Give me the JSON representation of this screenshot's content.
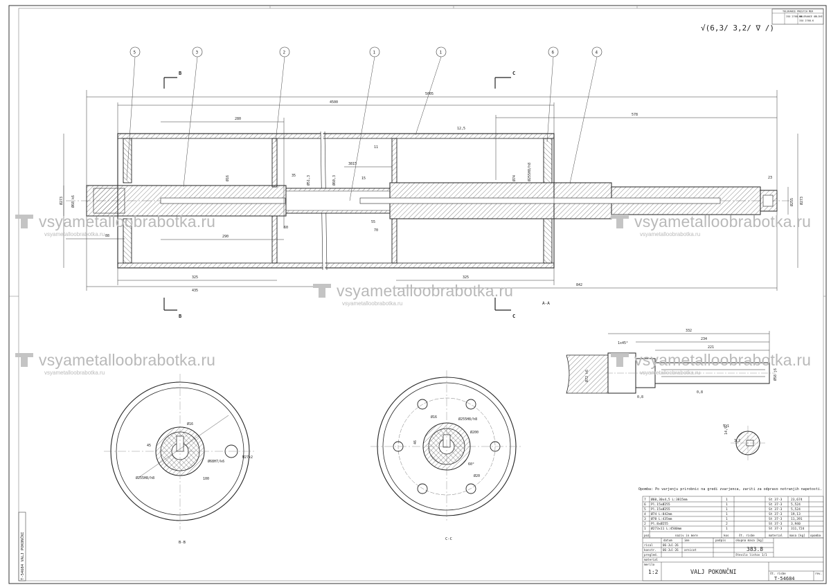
{
  "drawing": {
    "title": "VALJ POKONČNI",
    "number": "T-54684",
    "scale": "1:2",
    "total_mass": "383.8",
    "note": "Opomba: Po varjenju prirobnic na gredi zvarjenca, zariti za odpravo notranjih napetosti.",
    "date1": "06-Jul-26",
    "date2": "06-Jul-26",
    "drawn_by": "arnicot",
    "sheet": "1/1",
    "section_labels": {
      "aa": "A-A",
      "bb": "B-B",
      "cc": "C-C"
    },
    "section_marks": [
      "B",
      "C",
      "B",
      "C"
    ],
    "balloons": [
      "5",
      "3",
      "2",
      "1",
      "1",
      "6",
      "4"
    ],
    "side_code": "T-54684 VALJ POKONČNI",
    "surface_finish": "√(6,3/ 3,2/ ∇ /)"
  },
  "dimensions": {
    "overall": "5005",
    "span": "4500",
    "d280": "280",
    "d578": "578",
    "d3815": "3815",
    "d325a": "325",
    "d435": "435",
    "d325b": "325",
    "d842": "842",
    "d290": "290",
    "d88": "88",
    "d60": "60",
    "d55": "55",
    "d70": "70",
    "d35": "35",
    "d15": "15",
    "d23": "23",
    "d11": "11",
    "d12": "12,5",
    "dia273a": "Ø273",
    "dia273b": "Ø273",
    "dia255": "Ø255",
    "dia74": "Ø74",
    "dia68": "Ø68 k6",
    "dia16": "Ø16",
    "dia51": "Ø51,3",
    "dia60": "Ø60,3",
    "dia255h8": "Ø255H8/h8",
    "d332": "332",
    "d234": "234",
    "d221": "221",
    "dia72": "Ø72 k6",
    "dia58": "Ø58 j6",
    "chamfer": "1x45°",
    "r08a": "0,8",
    "r08b": "0,8",
    "d51": "5,1",
    "d32": "3,2",
    "d1492": "14,92",
    "bb_d16": "Ø16",
    "bb_d68": "Ø68H7/k6",
    "bb_d255": "Ø255H8/h8",
    "bb_45": "45",
    "bb_100": "100",
    "bb_m27": "M27x2",
    "cc_d16": "Ø16",
    "cc_d255": "Ø255H8/h8",
    "cc_d200": "Ø200",
    "cc_d20": "Ø20",
    "cc_46": "46",
    "cc_60": "60°"
  },
  "parts_list": [
    {
      "pos": "7",
      "name": "Ø60,30x4,5 L:3815mm",
      "qty": "1",
      "material": "St 37-3",
      "mass": "23,674"
    },
    {
      "pos": "6",
      "name": "Pl.15xØ255",
      "qty": "1",
      "material": "St 37-3",
      "mass": "5,524"
    },
    {
      "pos": "5",
      "name": "Pl.15xØ255",
      "qty": "1",
      "material": "St 37-3",
      "mass": "5,524"
    },
    {
      "pos": "4",
      "name": "Ø74 L:842mm",
      "qty": "1",
      "material": "St 37-3",
      "mass": "19,13"
    },
    {
      "pos": "3",
      "name": "Ø78 L:435mm",
      "qty": "1",
      "material": "St 37-3",
      "mass": "11,391"
    },
    {
      "pos": "2",
      "name": "Pl.8xØ255",
      "qty": "2",
      "material": "St 37-3",
      "mass": "3,940"
    },
    {
      "pos": "1",
      "name": "Ø273x11 L:4500mm",
      "qty": "1",
      "material": "St 37-3",
      "mass": "311,724"
    }
  ],
  "title_block": {
    "h_pos": "poz.",
    "h_name": "naziv in mere",
    "h_qty": "kos",
    "h_std": "št. risbe",
    "h_mat": "material",
    "h_mass": "masa [kg]",
    "h_note": "opomba",
    "lbl_date": "datum",
    "lbl_name": "ime",
    "lbl_sign": "podpis",
    "lbl_total": "skupna masa [kg]",
    "lbl_drawn": "risal",
    "lbl_checked": "konstr.",
    "lbl_approved": "pregled.",
    "lbl_material": "material",
    "lbl_scale": "merilo",
    "lbl_count": "število listov",
    "lbl_number": "št. risbe",
    "lbl_rev": "rev."
  },
  "top_box": {
    "c1": "TOLERANCE PROSTIH MER",
    "c2": "ISO 2768-mK",
    "c3": "TOLERANCE OBLIKE",
    "c4": "ISO 2768-K"
  },
  "watermark": {
    "text": "vsyametalloobrabotka.ru",
    "sub": "vsyametalloobrabotka.ru"
  }
}
